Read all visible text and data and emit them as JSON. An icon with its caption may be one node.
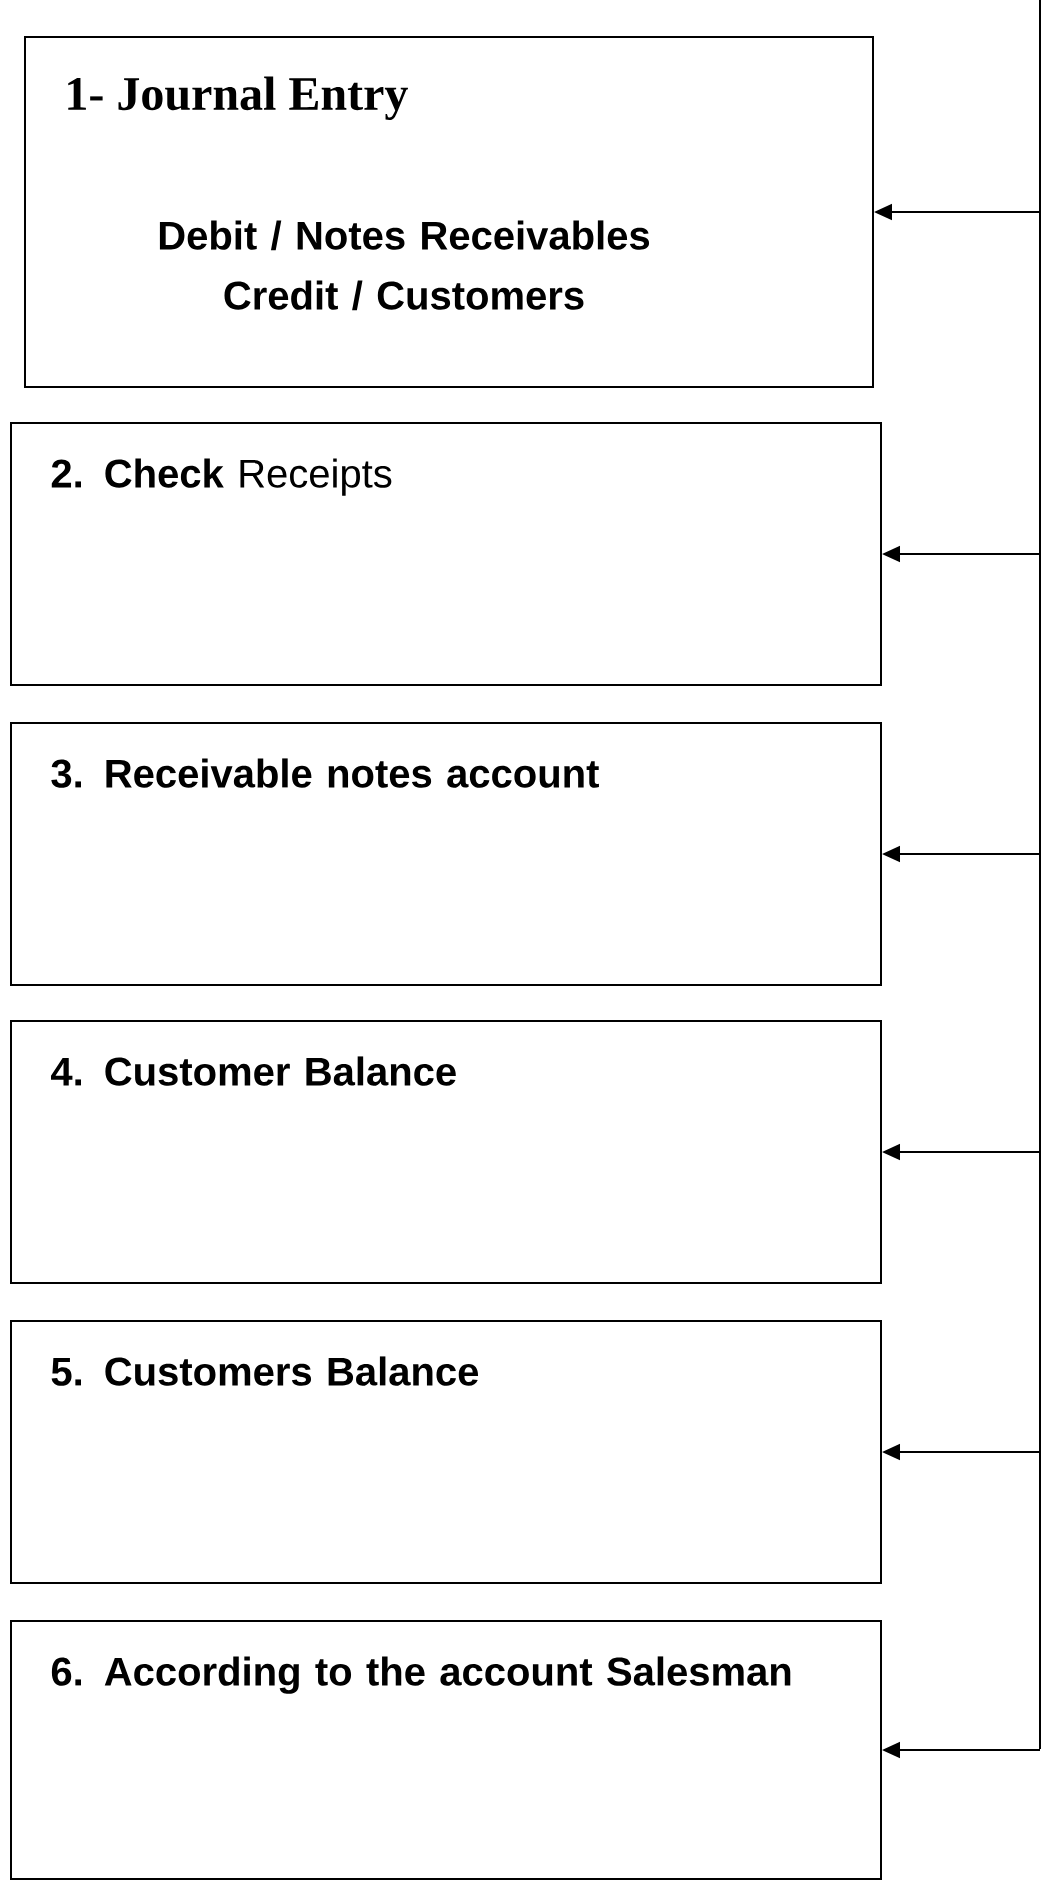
{
  "diagram": {
    "nodes": [
      {
        "text": [
          "1- Journal Entry",
          "Debit / Notes Receivables Credit / Customers"
        ]
      },
      {
        "text": [
          "**2. Check** Receipts"
        ]
      },
      {
        "text": [
          "3. Receivable notes account"
        ]
      },
      {
        "text": [
          "4. Customer Balance"
        ]
      },
      {
        "text": [
          "5. Customers Balance"
        ]
      },
      {
        "text": [
          "6. According to the account Salesman"
        ]
      }
    ],
    "edges": [
      {
        "from": null,
        "to": 0,
        "arrow": "to"
      },
      {
        "from": null,
        "to": 1,
        "arrow": "to"
      },
      {
        "from": null,
        "to": 2,
        "arrow": "to"
      },
      {
        "from": null,
        "to": 3,
        "arrow": "to"
      },
      {
        "from": null,
        "to": 4,
        "arrow": "to"
      },
      {
        "from": null,
        "to": 5,
        "arrow": "to"
      }
    ]
  }
}
